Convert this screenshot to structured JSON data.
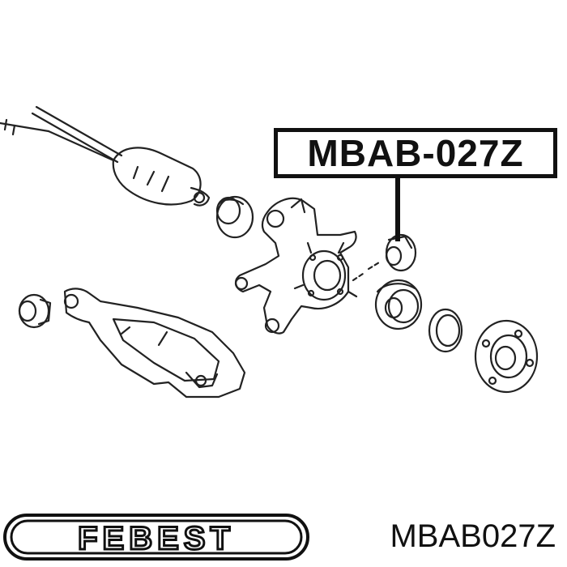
{
  "diagram": {
    "callout_label": "MBAB-027Z"
  },
  "footer": {
    "brand": "FEBEST",
    "part_number": "MBAB027Z"
  },
  "colors": {
    "ink": "#111111",
    "background": "#ffffff"
  }
}
